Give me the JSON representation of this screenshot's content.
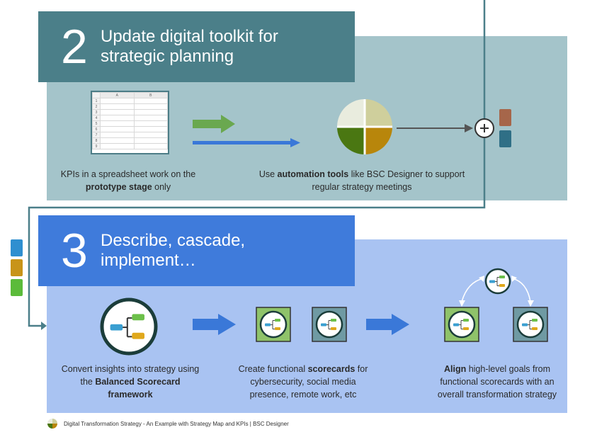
{
  "step2": {
    "number": "2",
    "title_line1": "Update digital toolkit for",
    "title_line2": "strategic planning",
    "caption_left_pre": "KPIs in a spreadsheet work on the",
    "caption_left_bold": "prototype stage",
    "caption_left_post": " only",
    "caption_right_pre": "Use ",
    "caption_right_bold": "automation tools",
    "caption_right_post": " like BSC Designer to support",
    "caption_right_line2": "regular strategy meetings",
    "sheet_col_a": "A",
    "sheet_col_b": "B",
    "sheet_rows": [
      "1",
      "2",
      "3",
      "4",
      "5",
      "6",
      "7",
      "8",
      "9"
    ]
  },
  "step3": {
    "number": "3",
    "title_line1": "Describe, cascade,",
    "title_line2": "implement…",
    "caption_left_line1": "Convert insights into strategy using",
    "caption_left_pre": "the ",
    "caption_left_bold1": "Balanced Scorecard",
    "caption_left_bold2": "framework",
    "caption_mid_pre": "Create functional ",
    "caption_mid_bold": "scorecards",
    "caption_mid_post": " for",
    "caption_mid_line2": "cybersecurity, social media",
    "caption_mid_line3": "presence, remote work, etc",
    "caption_right_bold": "Align",
    "caption_right_post": " high-level goals from",
    "caption_right_line2": "functional scorecards with an",
    "caption_right_line3": "overall transformation strategy"
  },
  "footer": {
    "text": "Digital Transformation Strategy - An Example with Strategy Map and KPIs | BSC Designer"
  },
  "colors": {
    "teal_dark": "#4b7f89",
    "teal_panel": "#a4c4ca",
    "blue_header": "#3f7bdb",
    "blue_panel": "#a9c3f2",
    "green": "#6aa84f",
    "blue_arrow": "#3a78d8",
    "orange": "#c89419",
    "brown": "#a6664a",
    "teal_box": "#2f6f86"
  }
}
